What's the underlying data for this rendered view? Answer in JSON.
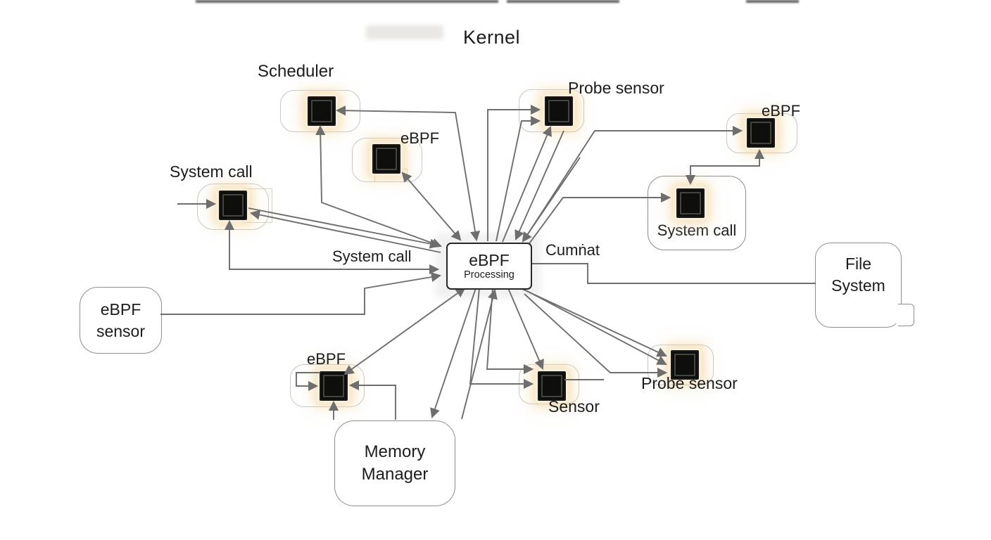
{
  "title": "Kernel",
  "labels": {
    "system_call_edge": "System call",
    "cumnat": "Cumṅat"
  },
  "center_node": {
    "line1": "eBPF",
    "line2": "Processing"
  },
  "nodes": {
    "scheduler": {
      "label": "Scheduler"
    },
    "ebpf_top_left": {
      "label": "eBPF"
    },
    "system_call_left": {
      "label": "System call"
    },
    "probe_sensor_top": {
      "label": "Probe sensor"
    },
    "ebpf_top_right": {
      "label": "eBPF"
    },
    "system_call_right": {
      "label": "System call"
    },
    "ebpf_sensor": {
      "line1": "eBPF",
      "line2": "sensor"
    },
    "file_system": {
      "line1": "File",
      "line2": "System"
    },
    "ebpf_bottom_left": {
      "label": "eBPF"
    },
    "memory_manager": {
      "line1": "Memory",
      "line2": "Manager"
    },
    "sensor_bottom": {
      "label": "Sensor"
    },
    "probe_sensor_bottom": {
      "label": "Probe sensor"
    }
  },
  "colors": {
    "arrow": "#6e6e6e",
    "chip": "#0e0e0c",
    "chip_glow": "#f2cd8a",
    "container_border": "#c7c7c7",
    "node_border": "#8d8d8d",
    "text": "#1c1c1c"
  }
}
